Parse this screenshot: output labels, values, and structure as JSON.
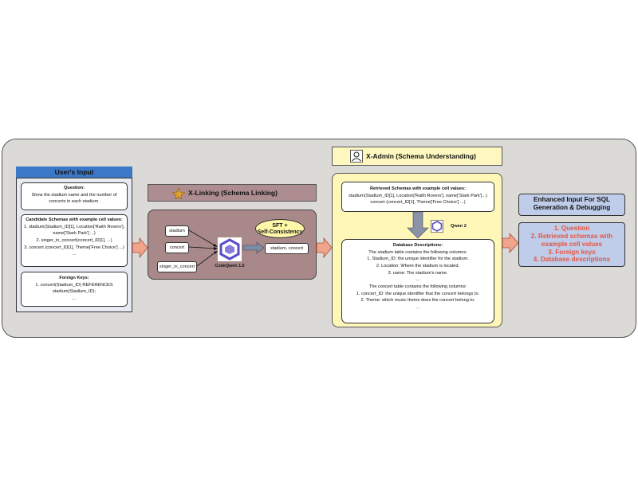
{
  "user_input": {
    "title": "User's Input",
    "question_heading": "Question:",
    "question_text": "Show the stadium name and the number of concerts in each stadium.",
    "schema_heading": "Candidate Schemas with example cell values:",
    "schema_lines": [
      "1. stadium(Stadium_ID[1], Location['Raith Rovers'],",
      "name['Stark Park'] ...)",
      "2. singer_in_concert(concert_ID[1], ...)",
      "3. concert (concert_ID[1], Theme['Free Choice'] ...)",
      "..."
    ],
    "fk_heading": "Foreign Keys:",
    "fk_lines": [
      "1. concert(Stadium_ID) REFERENCES",
      "stadium(Stadium_ID);",
      "...."
    ]
  },
  "x_linking": {
    "title": "X-Linking (Schema Linking)",
    "inputs": [
      "stadium",
      "concert",
      "singer_in_concert"
    ],
    "model_label": "CodeQwen 1.5",
    "sft_label": "SFT +\nSelf-Consistency",
    "output": "stadium, concert"
  },
  "x_admin": {
    "title": "X-Admin (Schema Understanding)",
    "retrieved_heading": "Retrieved Schemas with example cell values:",
    "retrieved_lines": [
      "stadium(Stadium_ID[1], Location['Raith Rovers'], name['Stark Park']...)",
      "concert (concert_ID[1], Theme['Free Choice'] ...)"
    ],
    "model_label": "Qwen 2",
    "desc_heading": "Database Descriptions:",
    "stadium_intro_pre": "The ",
    "stadium_intro_em": "stadium",
    "stadium_intro_post": " table contains the following columns:",
    "stadium_cols": [
      "1. Stadium_ID: the unique identifier for the stadium.",
      "2. Location: Where the stadium is located.",
      "3. name: The stadium's name.",
      "..."
    ],
    "concert_intro_pre": "The ",
    "concert_intro_em": "concert",
    "concert_intro_post": " table contains the following columns:",
    "concert_cols": [
      "1. concert_ID: the unique identifier that the concert belongs to.",
      "2. Theme: which music theme does the concert belong to.",
      "..."
    ]
  },
  "enhanced": {
    "title": "Enhanced Input For SQL Generation & Debugging",
    "items": [
      "1. Question",
      "2. Retrieved schemas with example cell values",
      "3. Foreign keys",
      "4. Database descriptions"
    ]
  },
  "colors": {
    "panel": "#dcdad7",
    "user_header": "#3b78c5",
    "linking": "#a9888a",
    "admin": "#fef7b8",
    "output": "#bfcdea",
    "output_text": "#e8553e",
    "arrow": "#f2a48a"
  }
}
